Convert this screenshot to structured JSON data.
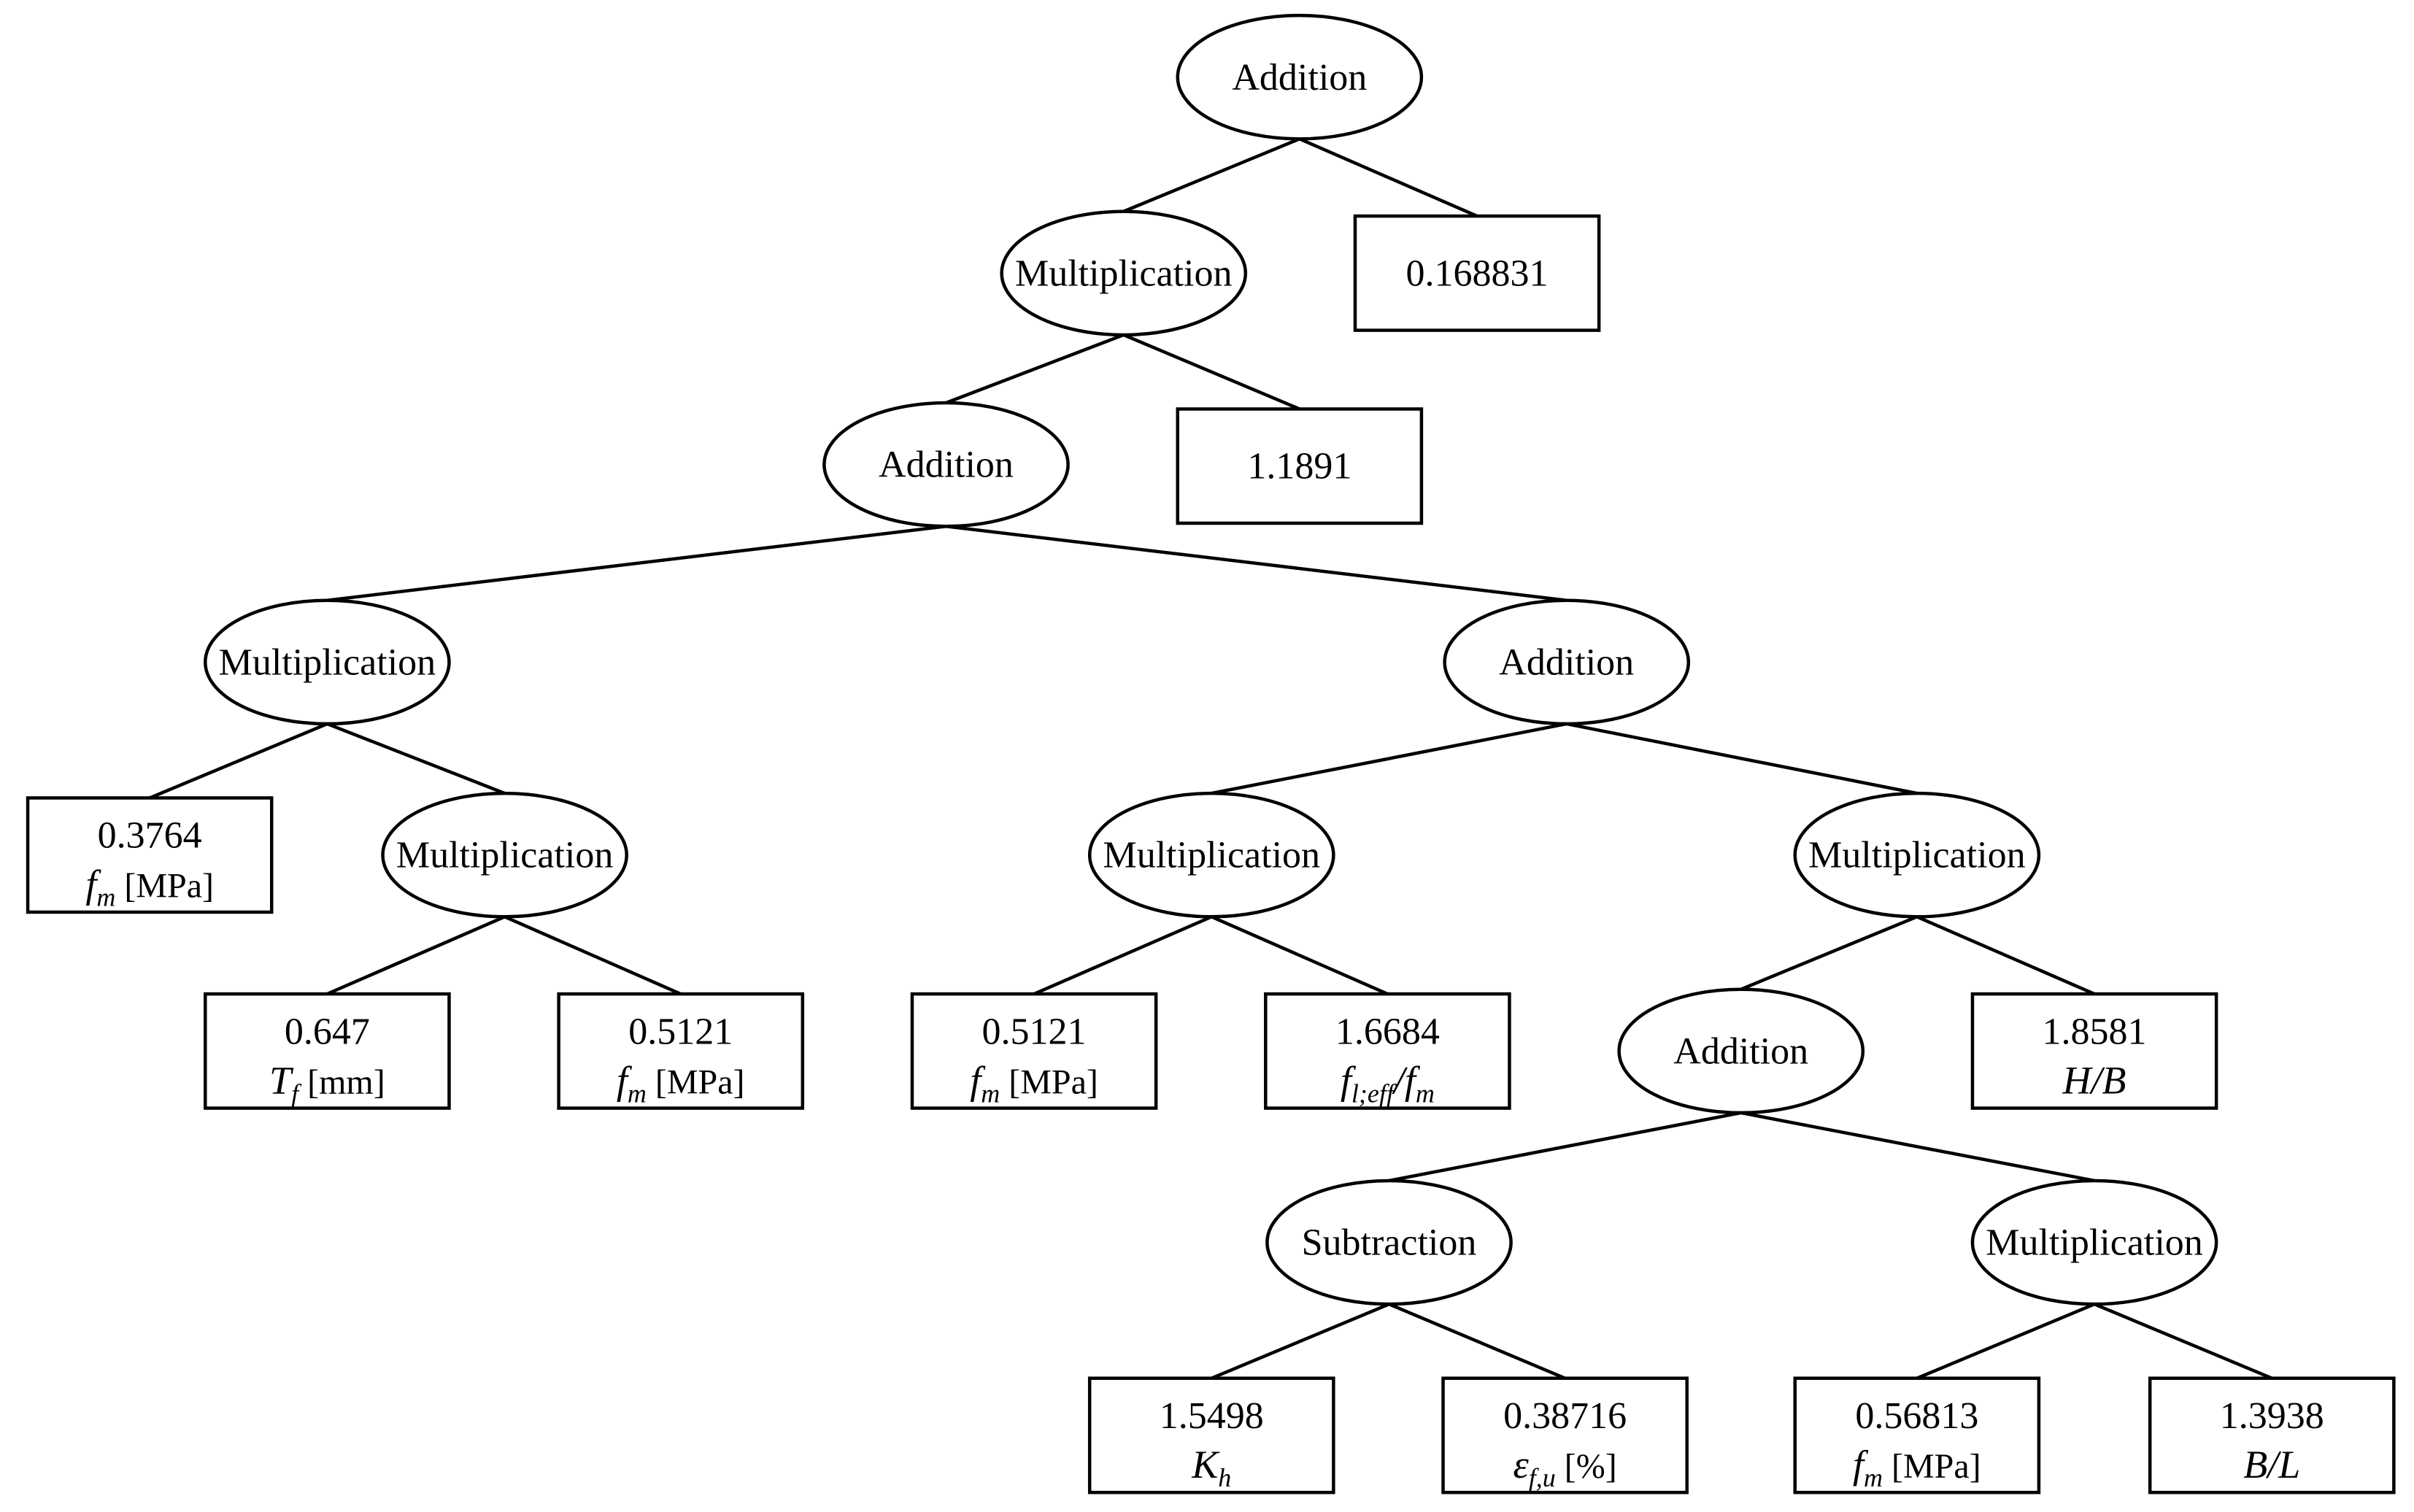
{
  "tree": {
    "nodes": {
      "n1": {
        "kind": "op",
        "label": "Addition"
      },
      "n2": {
        "kind": "op",
        "label": "Multiplication"
      },
      "n3": {
        "kind": "val",
        "value": "0.168831"
      },
      "n4": {
        "kind": "op",
        "label": "Addition"
      },
      "n5": {
        "kind": "val",
        "value": "1.1891"
      },
      "n6": {
        "kind": "op",
        "label": "Multiplication"
      },
      "n7": {
        "kind": "op",
        "label": "Addition"
      },
      "n8": {
        "kind": "val",
        "value": "0.3764",
        "math": "f",
        "sub": "m",
        "unit": "[MPa]"
      },
      "n9": {
        "kind": "op",
        "label": "Multiplication"
      },
      "n10": {
        "kind": "op",
        "label": "Multiplication"
      },
      "n11": {
        "kind": "op",
        "label": "Multiplication"
      },
      "n12": {
        "kind": "val",
        "value": "0.647",
        "math": "T",
        "sub": "f",
        "unit": "[mm]"
      },
      "n13": {
        "kind": "val",
        "value": "0.5121",
        "math": "f",
        "sub": "m",
        "unit": "[MPa]"
      },
      "n14": {
        "kind": "val",
        "value": "0.5121",
        "math": "f",
        "sub": "m",
        "unit": "[MPa]"
      },
      "n15": {
        "kind": "val",
        "value": "1.6684",
        "math": "f",
        "sub": "l;eff",
        "tail": "/f",
        "tailsub": "m"
      },
      "n16": {
        "kind": "op",
        "label": "Addition"
      },
      "n17": {
        "kind": "val",
        "value": "1.8581",
        "math": "H/B"
      },
      "n18": {
        "kind": "op",
        "label": "Subtraction"
      },
      "n19": {
        "kind": "op",
        "label": "Multiplication"
      },
      "n20": {
        "kind": "val",
        "value": "1.5498",
        "math": "K",
        "sub": "h"
      },
      "n21": {
        "kind": "val",
        "value": "0.38716",
        "math": "ε",
        "sub": "f,u",
        "unit": "[%]"
      },
      "n22": {
        "kind": "val",
        "value": "0.56813",
        "math": "f",
        "sub": "m",
        "unit": "[MPa]"
      },
      "n23": {
        "kind": "val",
        "value": "1.3938",
        "math": "B/L"
      }
    },
    "edges": [
      [
        "n1",
        "n2"
      ],
      [
        "n1",
        "n3"
      ],
      [
        "n2",
        "n4"
      ],
      [
        "n2",
        "n5"
      ],
      [
        "n4",
        "n6"
      ],
      [
        "n4",
        "n7"
      ],
      [
        "n6",
        "n8"
      ],
      [
        "n6",
        "n9"
      ],
      [
        "n9",
        "n12"
      ],
      [
        "n9",
        "n13"
      ],
      [
        "n7",
        "n10"
      ],
      [
        "n7",
        "n11"
      ],
      [
        "n10",
        "n14"
      ],
      [
        "n10",
        "n15"
      ],
      [
        "n11",
        "n16"
      ],
      [
        "n11",
        "n17"
      ],
      [
        "n16",
        "n18"
      ],
      [
        "n16",
        "n19"
      ],
      [
        "n18",
        "n20"
      ],
      [
        "n18",
        "n21"
      ],
      [
        "n19",
        "n22"
      ],
      [
        "n19",
        "n23"
      ]
    ]
  }
}
